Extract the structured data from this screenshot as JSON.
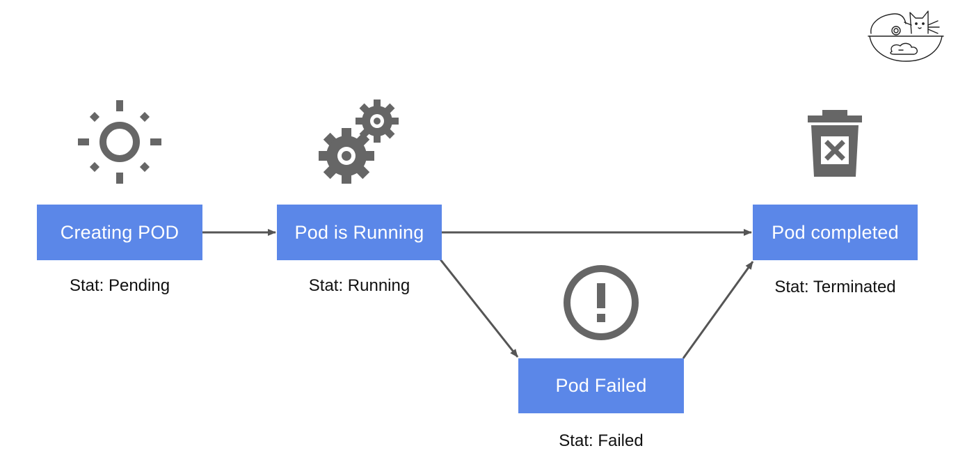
{
  "colors": {
    "node_fill": "#5b87e8",
    "node_text": "#ffffff",
    "icon": "#666666",
    "edge": "#555555",
    "status_text": "#111111"
  },
  "nodes": {
    "creating": {
      "label": "Creating POD",
      "status": "Stat: Pending",
      "icon": "sun-icon"
    },
    "running": {
      "label": "Pod is Running",
      "status": "Stat: Running",
      "icon": "gears-icon"
    },
    "failed": {
      "label": "Pod Failed",
      "status": "Stat: Failed",
      "icon": "alert-circle-icon"
    },
    "completed": {
      "label": "Pod completed",
      "status": "Stat: Terminated",
      "icon": "trash-x-icon"
    }
  },
  "edges": [
    {
      "from": "creating",
      "to": "running"
    },
    {
      "from": "running",
      "to": "completed"
    },
    {
      "from": "running",
      "to": "failed"
    },
    {
      "from": "failed",
      "to": "completed"
    }
  ],
  "logo": {
    "icon": "cat-boat-logo"
  }
}
